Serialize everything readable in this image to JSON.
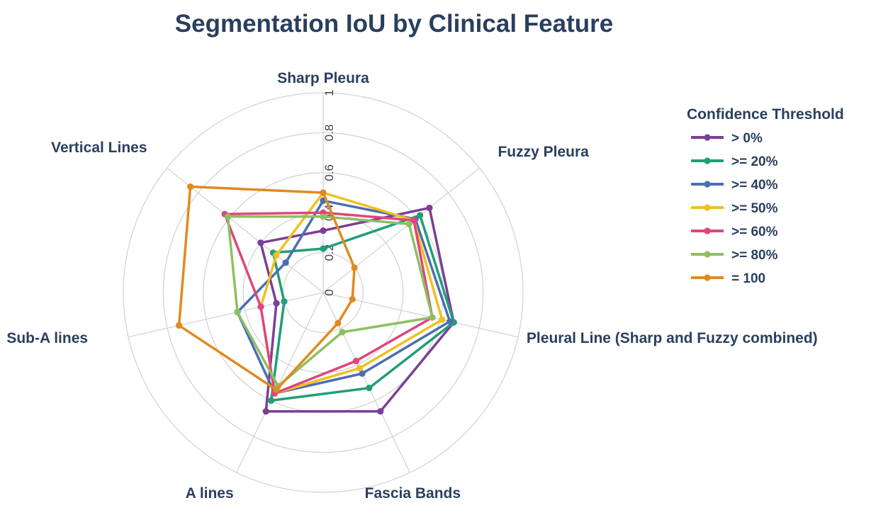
{
  "chart_data": {
    "type": "radar",
    "title": "Segmentation IoU by Clinical Feature",
    "axes": [
      "Sharp Pleura",
      "Fuzzy Pleura",
      "Pleural Line (Sharp and Fuzzy combined)",
      "Fascia Bands",
      "A lines",
      "Sub-A lines",
      "Vertical Lines"
    ],
    "radial_range": [
      0,
      1
    ],
    "radial_ticks": [
      "0",
      "0.2",
      "0.4",
      "0.6",
      "0.8",
      "1"
    ],
    "grid": true,
    "legend": {
      "title": "Confidence Threshold",
      "position": "right"
    },
    "series": [
      {
        "name": "> 0%",
        "color": "#7b3f94",
        "values": [
          0.31,
          0.68,
          0.67,
          0.66,
          0.66,
          0.24,
          0.4
        ]
      },
      {
        "name": ">= 20%",
        "color": "#1f9e78",
        "values": [
          0.22,
          0.62,
          0.67,
          0.53,
          0.6,
          0.2,
          0.32
        ]
      },
      {
        "name": ">= 40%",
        "color": "#4a6fb0",
        "values": [
          0.46,
          0.59,
          0.65,
          0.45,
          0.56,
          0.44,
          0.24
        ]
      },
      {
        "name": ">= 50%",
        "color": "#f0c020",
        "values": [
          0.5,
          0.58,
          0.61,
          0.42,
          0.56,
          0.32,
          0.3
        ]
      },
      {
        "name": ">= 60%",
        "color": "#e0457b",
        "values": [
          0.4,
          0.58,
          0.56,
          0.38,
          0.56,
          0.32,
          0.63
        ]
      },
      {
        "name": ">= 80%",
        "color": "#8cc063",
        "values": [
          0.38,
          0.55,
          0.56,
          0.22,
          0.52,
          0.44,
          0.61
        ]
      },
      {
        "name": "= 100",
        "color": "#e08a20",
        "values": [
          0.5,
          0.2,
          0.15,
          0.17,
          0.54,
          0.74,
          0.85
        ]
      }
    ]
  }
}
